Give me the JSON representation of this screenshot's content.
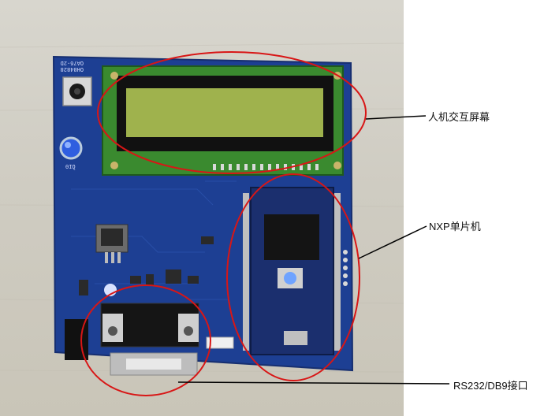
{
  "annotations": [
    {
      "id": "lcd",
      "text": "人机交互屏幕"
    },
    {
      "id": "mcu",
      "text": "NXP单片机"
    },
    {
      "id": "serial",
      "text": "RS232/DB9接口"
    }
  ],
  "board_markings": {
    "board_id_top": "OA76-2D",
    "board_id_bottom": "OH84828",
    "led_label": "0IQ"
  },
  "colors": {
    "pcb": "#1d3f93",
    "lcd_screen": "#9fb24d",
    "annotation_ring": "#d81616",
    "leader_line": "#000000"
  }
}
